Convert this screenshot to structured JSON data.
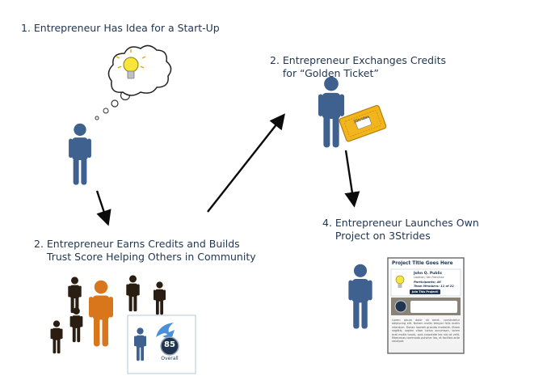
{
  "steps": {
    "idea": "1. Entrepreneur Has Idea for a Start-Up",
    "exchange": "2. Entrepreneur Exchanges Credits\n    for “Golden Ticket”",
    "earn": "2. Entrepreneur Earns Credits and Builds\n    Trust Score Helping Others in Community",
    "launch": "4. Entrepreneur Launches Own\n    Project on 3Strides"
  },
  "score_badge": {
    "value": "85",
    "label": "Overall"
  },
  "ticket": {
    "brand": "3Strides"
  },
  "project_card": {
    "title": "Project Title Goes Here",
    "owner_name": "John Q. Public",
    "owner_location": "Location, San Francisco",
    "participants": "Participants: 46",
    "team_members": "Team Members: 11 of 22",
    "join_button": "Join This Project!",
    "body_text": "Lorem ipsum dolor sit amet, consectetur adipiscing elit. Nullam mollis tempor felis mollis interdum. Donec laoreet gravida molestie. Etiam sagittis, sapien vitae luctus accumsan, lorem erat mollis turpis, quis vulputate leo nisl at velit. Maecenas commodo pulvinar leo, et facilisis ante volutpat."
  },
  "colors": {
    "person_blue": "#3e6190",
    "person_dark": "#2a1e12",
    "person_orange": "#d9761b",
    "arrow": "#0b0b0b",
    "ticket_gold": "#f2b51d",
    "bulb_yellow": "#f7e53a"
  }
}
